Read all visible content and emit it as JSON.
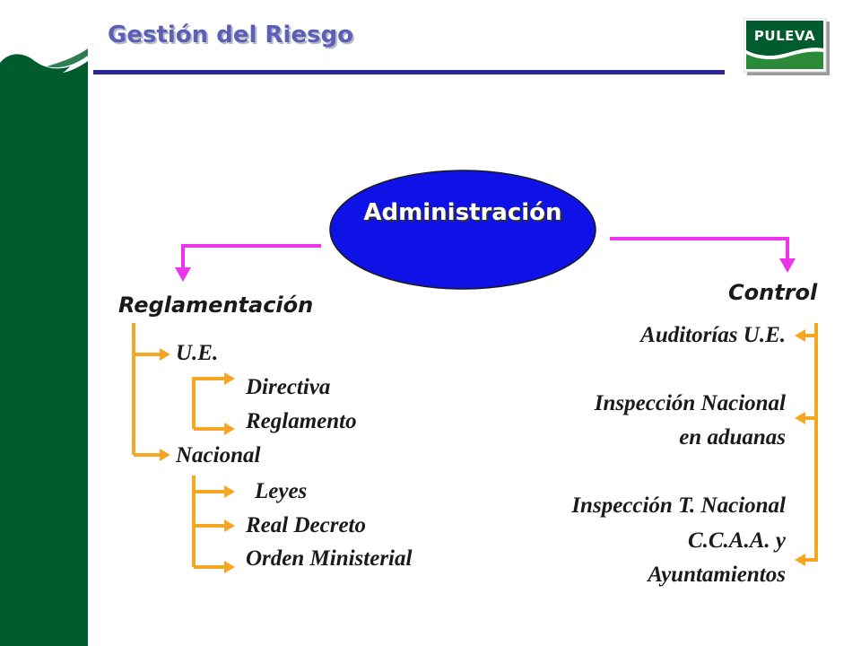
{
  "header": {
    "title": "Gestión del Riesgo",
    "logo_text": "PULEVA"
  },
  "colors": {
    "sidebar": "#005c2e",
    "title": "#5a5fb7",
    "rule": "#28249a",
    "ellipse": "#0e12e6",
    "main_arrows": "#ee33ee",
    "tree_lines": "#f5a623"
  },
  "diagram": {
    "root": "Administración",
    "left": {
      "title": "Reglamentación",
      "groups": [
        {
          "label": "U.E.",
          "children": [
            "Directiva",
            "Reglamento"
          ]
        },
        {
          "label": "Nacional",
          "children": [
            "Leyes",
            "Real Decreto",
            "Orden Ministerial"
          ]
        }
      ]
    },
    "right": {
      "title": "Control",
      "items": [
        [
          "Auditorías U.E."
        ],
        [
          "Inspección Nacional",
          "en aduanas"
        ],
        [
          "Inspección T. Nacional",
          "C.C.A.A. y",
          "Ayuntamientos"
        ]
      ]
    }
  }
}
